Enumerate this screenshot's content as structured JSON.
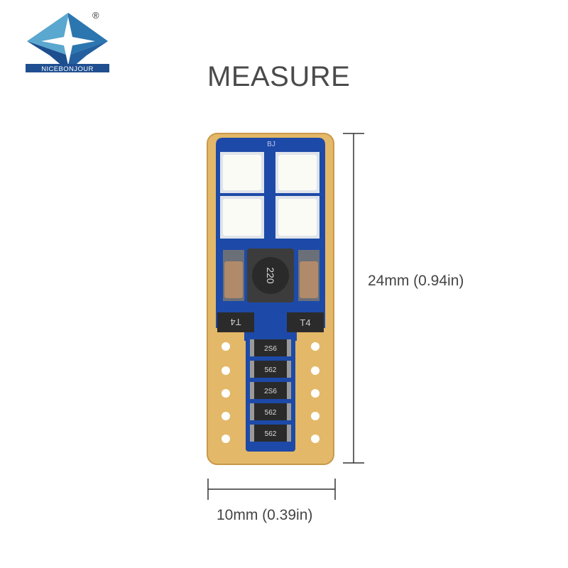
{
  "brand": {
    "name": "NICEBONJOUR",
    "registered": "®"
  },
  "title": "MEASURE",
  "dimensions": {
    "height_label": "24mm (0.94in)",
    "width_label": "10mm (0.39in)"
  },
  "board_markings": {
    "top_mark": "BJ",
    "inductor": "220",
    "transistor_left": "T4",
    "transistor_right": "T4",
    "resistors": [
      "2S6",
      "562",
      "2S6",
      "562",
      "562"
    ]
  },
  "colors": {
    "board_gold": "#e3b868",
    "board_blue": "#1d4aa8",
    "led_white": "#fbfbf6",
    "logo_blue": "#1f4f91"
  }
}
